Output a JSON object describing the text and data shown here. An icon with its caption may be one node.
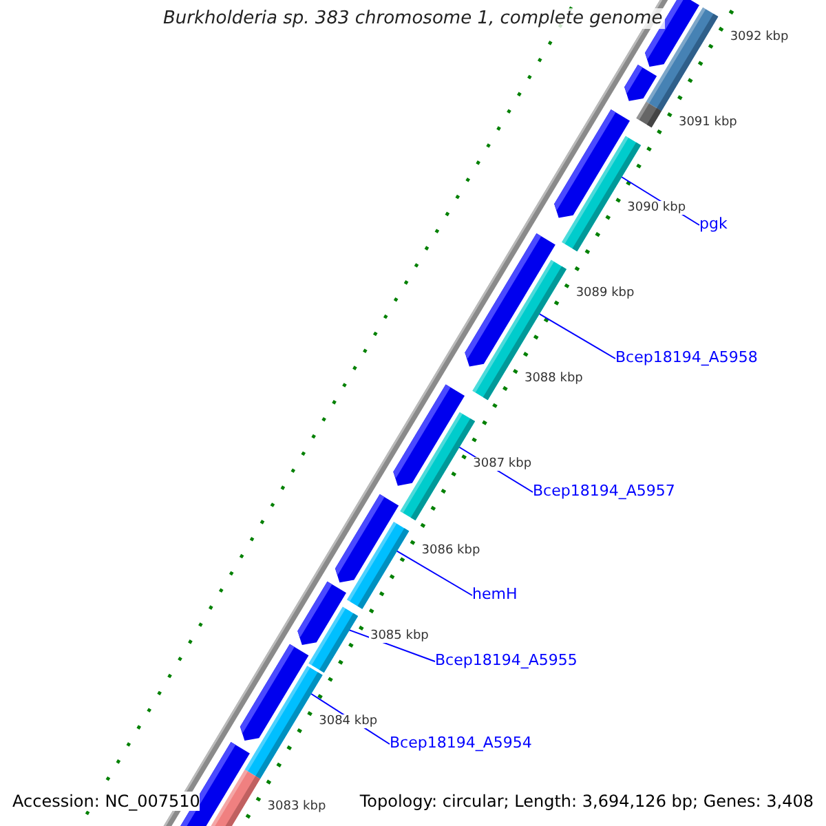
{
  "diagram": {
    "title": "Burkholderia sp. 383 chromosome 1, complete genome",
    "nodes": [
      {
        "text": [
          "pgk"
        ]
      },
      {
        "text": [
          "Bcep18194_A5958"
        ]
      },
      {
        "text": [
          "Bcep18194_A5957"
        ]
      },
      {
        "text": [
          "hemH"
        ]
      },
      {
        "text": [
          "Bcep18194_A5955"
        ]
      },
      {
        "text": [
          "Bcep18194_A5954"
        ]
      },
      {
        "text": [],
        "shape": "bar"
      },
      {
        "text": [],
        "shape": "bar"
      },
      {
        "text": [],
        "shape": "bar"
      },
      {
        "text": [],
        "shape": "bar"
      },
      {
        "text": [],
        "shape": "bar"
      },
      {
        "text": [],
        "shape": "bar"
      }
    ],
    "edges": [
      {
        "from": 0,
        "to": 6,
        "arrow": "none"
      },
      {
        "from": 1,
        "to": 7,
        "arrow": "none"
      },
      {
        "from": 2,
        "to": 8,
        "arrow": "none"
      },
      {
        "from": 3,
        "to": 9,
        "arrow": "none"
      },
      {
        "from": 4,
        "to": 10,
        "arrow": "none"
      },
      {
        "from": 5,
        "to": 11,
        "arrow": "none"
      }
    ],
    "labels": [
      "3092 kbp",
      "3091 kbp",
      "3090 kbp",
      "3089 kbp",
      "3088 kbp",
      "3087 kbp",
      "3086 kbp",
      "3085 kbp",
      "3084 kbp",
      "3083 kbp",
      "Accession: NC_007510",
      "Topology: circular; Length: 3,694,126 bp; Genes: 3,408"
    ]
  }
}
